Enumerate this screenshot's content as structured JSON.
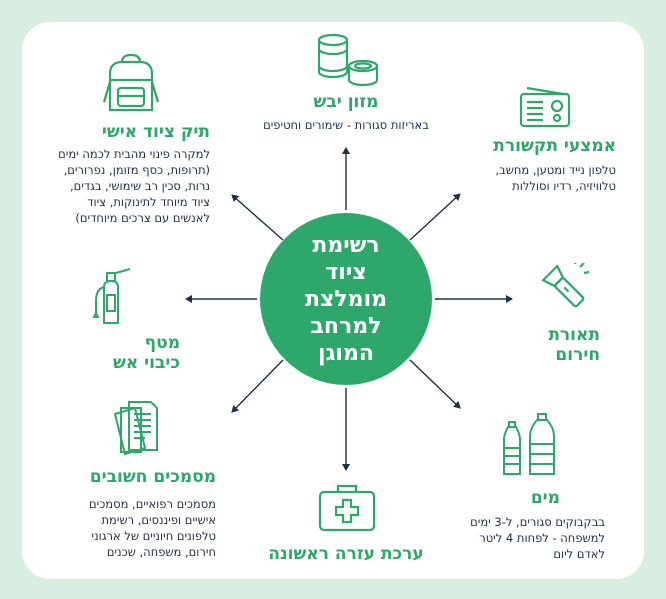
{
  "center": {
    "title": "רשימת ציוד מומלצת למרחב המוגן"
  },
  "items": {
    "dry_food": {
      "title": "מזון יבש",
      "desc": "באריזות סגורות - שימורים וחטיפים",
      "icon": "canned-food-icon"
    },
    "communication": {
      "title": "אמצעי תקשורת",
      "desc_lines": [
        "טלפון נייד ומטען, מחשב,",
        "טלוויזיה, רדיו וסוללות"
      ],
      "icon": "radio-icon"
    },
    "flashlight": {
      "title_lines": [
        "תאורת",
        "חירום"
      ],
      "icon": "flashlight-icon"
    },
    "water": {
      "title": "מים",
      "desc_lines": [
        "בבקבוקים סגורים, ל-3 ימים",
        "למשפחה - לפחות 4 ליטר",
        "לאדם ליום"
      ],
      "icon": "water-bottles-icon"
    },
    "first_aid": {
      "title": "ערכת עזרה ראשונה",
      "icon": "first-aid-kit-icon"
    },
    "documents": {
      "title": "מסמכים חשובים",
      "desc_lines": [
        "מסמכים רפואיים, מסמכים",
        "אישיים ופיננסים, רשימת",
        "טלפונים חיוניים של ארגוני",
        "חירום, משפחה, שכנים"
      ],
      "icon": "documents-icon"
    },
    "extinguisher": {
      "title_lines": [
        "מטף",
        "כיבוי אש"
      ],
      "icon": "fire-extinguisher-icon"
    },
    "bag": {
      "title": "תיק ציוד אישי",
      "desc_lines": [
        "למקרה פינוי מהבית לכמה ימים",
        "(תרופות, כסף מזומן, נפרורים,",
        "נרות, סכין רב שימושי, בגדים,",
        "ציוד מיוחד לתינוקות, ציוד",
        "לאנשים עם צרכים מיוחדים)"
      ],
      "icon": "backpack-icon"
    }
  },
  "colors": {
    "accent": "#2ea86a",
    "text": "#1f2f48",
    "icon_stroke": "#2ea86a",
    "background": "#d7eee0"
  }
}
